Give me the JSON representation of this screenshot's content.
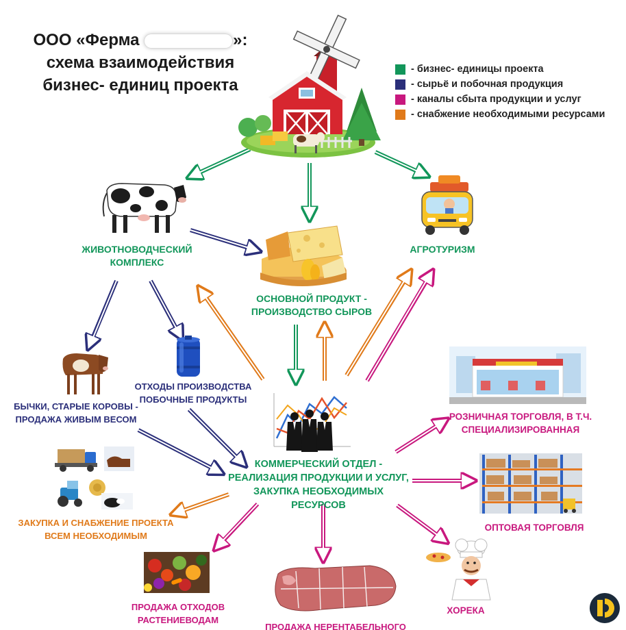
{
  "title": {
    "line1_prefix": "ООО «Ферма",
    "line1_suffix": "»:",
    "line2": "схема взаимодействия",
    "line3": "бизнес- единиц проекта"
  },
  "colors": {
    "green": "#12965a",
    "navy": "#2b2f7a",
    "pink": "#c8187e",
    "orange": "#e07a1a"
  },
  "legend": [
    {
      "color": "#12965a",
      "text": "- бизнес- единицы проекта"
    },
    {
      "color": "#2b2f7a",
      "text": "- сырьё и побочная продукция"
    },
    {
      "color": "#c8187e",
      "text": "- каналы сбыта продукции и услуг"
    },
    {
      "color": "#e07a1a",
      "text": "- снабжение необходимыми ресурсами"
    }
  ],
  "nodes": {
    "livestock": {
      "line1": "ЖИВОТНОВОДЧЕСКИЙ",
      "line2": "КОМПЛЕКС",
      "icon": "cow-icon"
    },
    "cheese": {
      "line1": "ОСНОВНОЙ ПРОДУКТ -",
      "line2": "ПРОИЗВОДСТВО СЫРОВ",
      "icon": "cheese-icon"
    },
    "agrotourism": {
      "line1": "АГРОТУРИЗМ",
      "icon": "tour-bus-icon"
    },
    "bulls": {
      "line1": "БЫЧКИ, СТАРЫЕ КОРОВЫ -",
      "line2": "ПРОДАЖА ЖИВЫМ ВЕСОМ",
      "icon": "calf-icon"
    },
    "waste": {
      "line1": "ОТХОДЫ ПРОИЗВОДСТВА",
      "line2": "ПОБОЧНЫЕ ПРОДУКТЫ",
      "icon": "barrel-icon"
    },
    "commercial": {
      "line1": "КОММЕРЧЕСКИЙ ОТДЕЛ -",
      "line2": "РЕАЛИЗАЦИЯ ПРОДУКЦИИ И УСЛУГ,",
      "line3": "ЗАКУПКА НЕОБХОДИМЫХ РЕСУРСОВ",
      "icon": "business-team-icon"
    },
    "supply": {
      "line1": "ЗАКУПКА И СНАБЖЕНИЕ ПРОЕКТА",
      "line2": "ВСЕМ НЕОБХОДИМЫМ",
      "icon": "farm-machinery-icon"
    },
    "retail": {
      "line1": "РОЗНИЧНАЯ ТОРГОВЛЯ, В Т.Ч.",
      "line2": "СПЕЦИАЛИЗИРОВАННАЯ",
      "icon": "store-icon"
    },
    "wholesale": {
      "line1": "ОПТОВАЯ ТОРГОВЛЯ",
      "icon": "warehouse-icon"
    },
    "plant_waste": {
      "line1": "ПРОДАЖА ОТХОДОВ",
      "line2": "РАСТЕНИЕВОДАМ",
      "icon": "vegetables-icon"
    },
    "meat": {
      "line1": "ПРОДАЖА НЕРЕНТАБЕЛЬНОГО",
      "icon": "meat-cuts-icon"
    },
    "horeca": {
      "line1": "ХОРЕКА",
      "icon": "chef-icon"
    }
  },
  "farm_icon": "farm-windmill-icon",
  "logo_icon": "brand-logo-icon"
}
